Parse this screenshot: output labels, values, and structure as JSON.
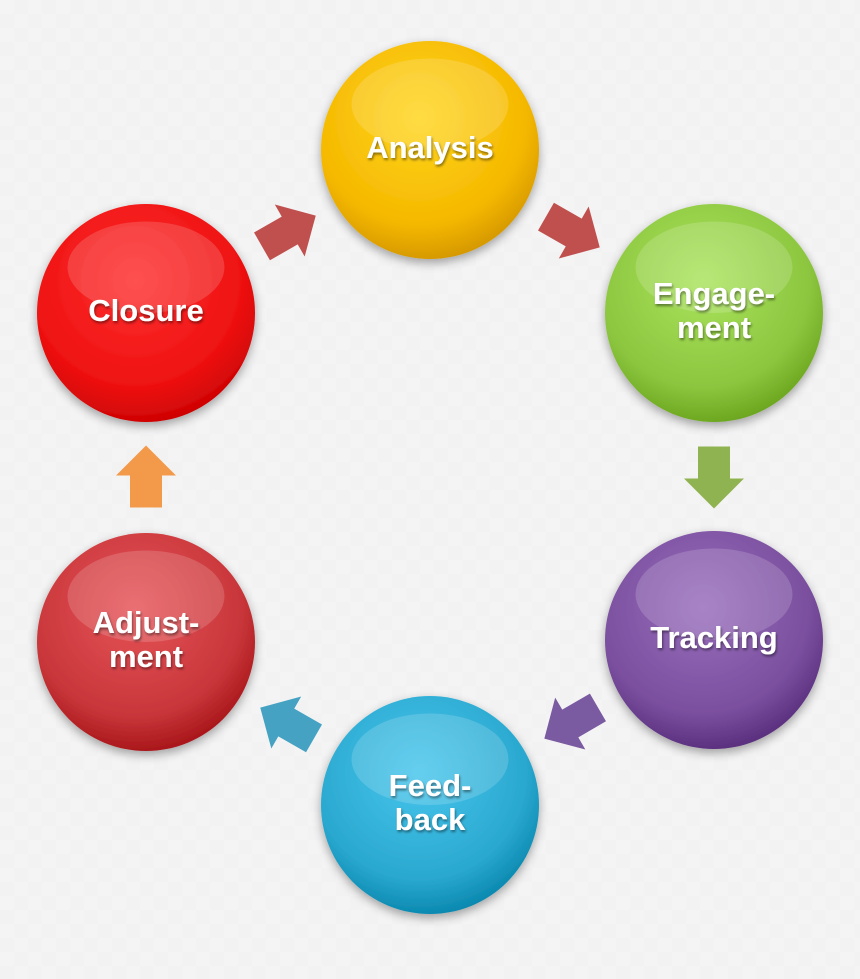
{
  "diagram": {
    "nodes": [
      {
        "id": "analysis",
        "lines": [
          "Analysis"
        ],
        "color": "#f5b800"
      },
      {
        "id": "engagement",
        "lines": [
          "Engage-",
          "ment"
        ],
        "color": "#8cc63f"
      },
      {
        "id": "tracking",
        "lines": [
          "Tracking"
        ],
        "color": "#7a4f9e"
      },
      {
        "id": "feedback",
        "lines": [
          "Feed-",
          "back"
        ],
        "color": "#2aa8cf"
      },
      {
        "id": "adjustment",
        "lines": [
          "Adjust-",
          "ment"
        ],
        "color": "#c8363a"
      },
      {
        "id": "closure",
        "lines": [
          "Closure"
        ],
        "color": "#ee1111"
      }
    ],
    "arrows": [
      {
        "from": "analysis",
        "to": "engagement",
        "color": "#c0504d"
      },
      {
        "from": "engagement",
        "to": "tracking",
        "color": "#8fb350"
      },
      {
        "from": "tracking",
        "to": "feedback",
        "color": "#7a5aa0"
      },
      {
        "from": "feedback",
        "to": "adjustment",
        "color": "#45a2c2"
      },
      {
        "from": "adjustment",
        "to": "closure",
        "color": "#f39a4a"
      },
      {
        "from": "closure",
        "to": "analysis",
        "color": "#c0504d"
      }
    ]
  }
}
